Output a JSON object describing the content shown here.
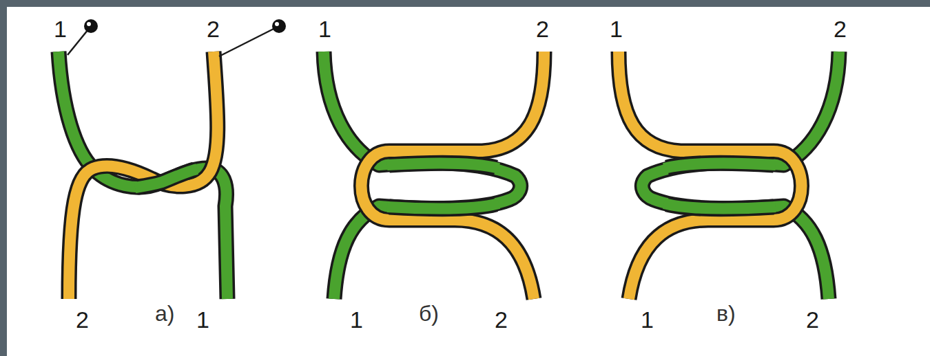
{
  "diagram": {
    "labels": [
      "1",
      "2",
      "2",
      "а)",
      "1",
      "1",
      "2",
      "1",
      "б)",
      "2",
      "1",
      "2",
      "1",
      "в)",
      "2"
    ]
  }
}
